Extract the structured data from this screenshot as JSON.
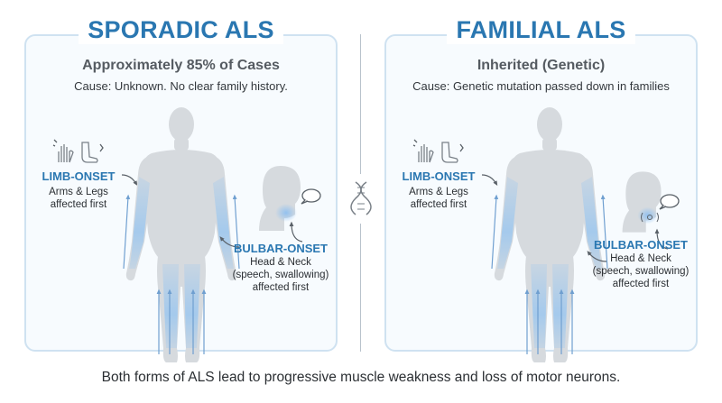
{
  "sporadic": {
    "title": "SPORADIC ALS",
    "subtitle": "Approximately 85% of Cases",
    "cause": "Cause: Unknown. No clear family history.",
    "limb_title": "LIMB-ONSET",
    "limb_desc_1": "Arms & Legs",
    "limb_desc_2": "affected first",
    "bulbar_title": "BULBAR-ONSET",
    "bulbar_desc_1": "Head & Neck",
    "bulbar_desc_2": "(speech, swallowing)",
    "bulbar_desc_3": "affected first"
  },
  "familial": {
    "title": "FAMILIAL ALS",
    "subtitle": "Inherited (Genetic)",
    "cause": "Cause: Genetic mutation passed down in families",
    "limb_title": "LIMB-ONSET",
    "limb_desc_1": "Arms & Legs",
    "limb_desc_2": "affected first",
    "bulbar_title": "BULBAR-ONSET",
    "bulbar_desc_1": "Head & Neck",
    "bulbar_desc_2": "(speech, swallowing)",
    "bulbar_desc_3": "affected first"
  },
  "footer": "Both forms of ALS lead to progressive muscle weakness and loss of motor neurons.",
  "colors": {
    "accent": "#2a77b1",
    "panel_border": "#cfe2f1",
    "body_fill": "#d9dde1",
    "highlight": "#9cc7ef"
  },
  "icons": [
    "hand-icon",
    "foot-icon",
    "head-profile-icon",
    "speech-bubble-icon",
    "dna-icon",
    "arrow-icon"
  ]
}
